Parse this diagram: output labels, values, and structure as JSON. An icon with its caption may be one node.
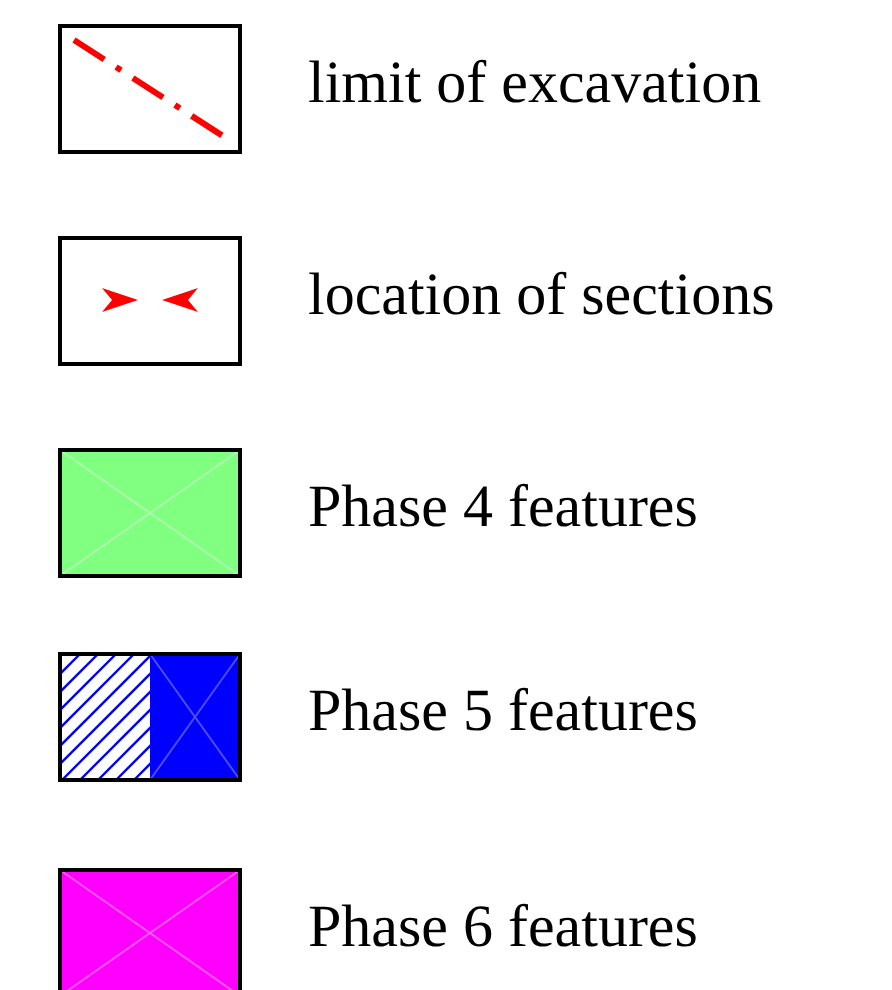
{
  "diagram": {
    "legend": [
      {
        "text": "limit of excavation"
      },
      {
        "text": "location of sections"
      },
      {
        "text": "Phase 4 features",
        "color": "#80ff80"
      },
      {
        "text": "Phase 5 features"
      },
      {
        "text": "Phase 6 features",
        "color": "#ff00ff"
      }
    ]
  }
}
